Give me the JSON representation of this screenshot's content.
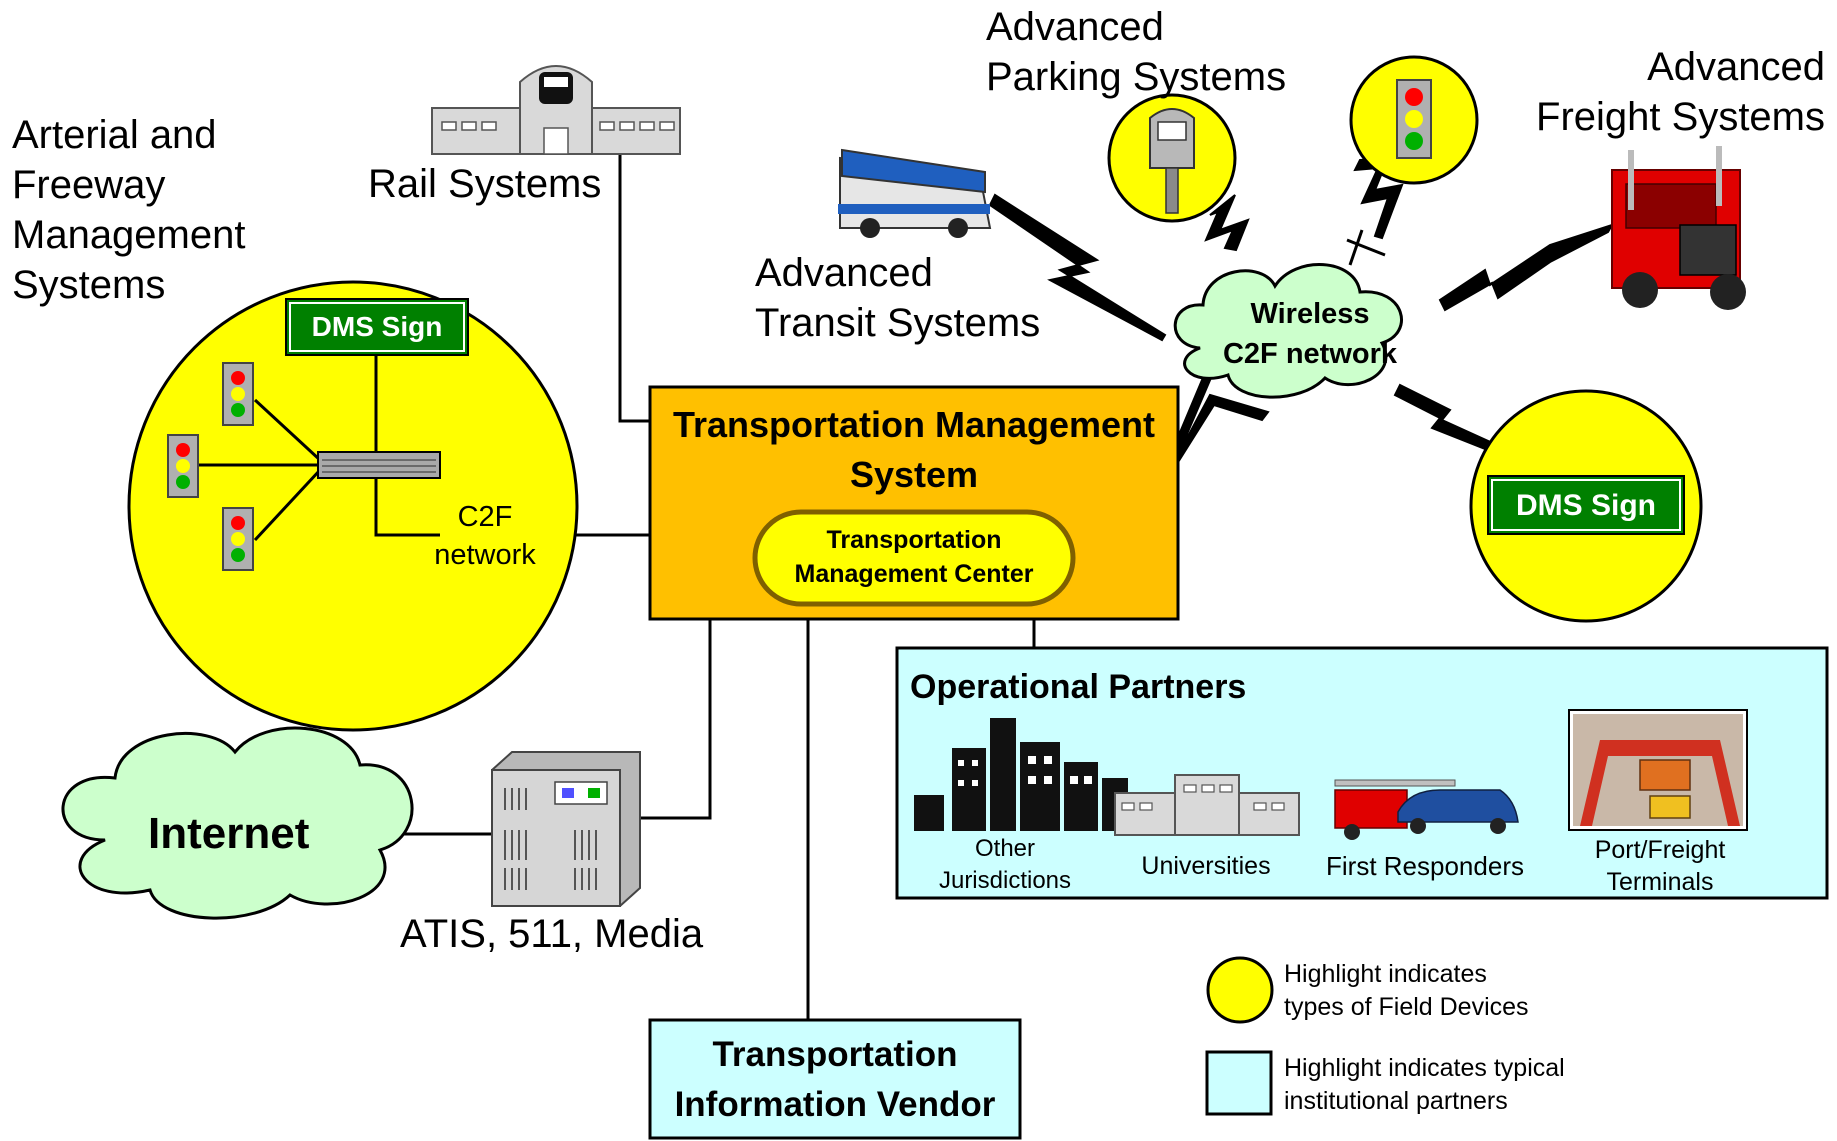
{
  "labels": {
    "arterial": [
      "Arterial and",
      "Freeway",
      "Management",
      "Systems"
    ],
    "rail": "Rail Systems",
    "parking": [
      "Advanced",
      "Parking Systems"
    ],
    "freight": [
      "Advanced",
      "Freight Systems"
    ],
    "transit": [
      "Advanced",
      "Transit Systems"
    ],
    "wireless": [
      "Wireless",
      "C2F network"
    ],
    "dms_left": "DMS Sign",
    "dms_right": "DMS Sign",
    "c2f": [
      "C2F",
      "network"
    ],
    "tms": [
      "Transportation Management",
      "System"
    ],
    "tmc": [
      "Transportation",
      "Management Center"
    ],
    "internet": "Internet",
    "atis": "ATIS, 511, Media",
    "tiv": [
      "Transportation",
      "Information Vendor"
    ]
  },
  "partners": {
    "title": "Operational Partners",
    "items": [
      {
        "label": [
          "Other",
          "Jurisdictions"
        ]
      },
      {
        "label": [
          "Universities"
        ]
      },
      {
        "label": [
          "First Responders"
        ]
      },
      {
        "label": [
          "Port/Freight",
          "Terminals"
        ]
      }
    ]
  },
  "legend": {
    "field_devices": [
      "Highlight indicates",
      "types of Field Devices"
    ],
    "partners": [
      "Highlight indicates typical",
      "institutional partners"
    ]
  },
  "colors": {
    "field_device_highlight": "#ffff00",
    "tms_box": "#ffc000",
    "partner_highlight": "#ccffff",
    "cloud": "#ccffcc",
    "dms_green": "#008000"
  }
}
